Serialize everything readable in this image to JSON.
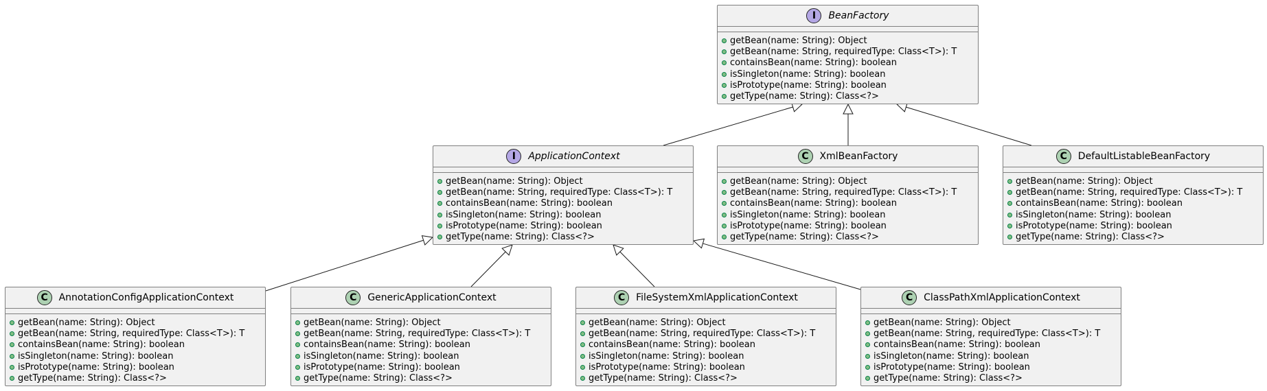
{
  "diagram": {
    "nodes": [
      {
        "id": "bean-factory",
        "name": "BeanFactory",
        "kind": "interface",
        "stereo": "I",
        "methods": [
          "getBean(name: String): Object",
          "getBean(name: String, requiredType: Class<T>): T",
          "containsBean(name: String): boolean",
          "isSingleton(name: String): boolean",
          "isPrototype(name: String): boolean",
          "getType(name: String): Class<?>"
        ]
      },
      {
        "id": "application-context",
        "name": "ApplicationContext",
        "kind": "interface",
        "stereo": "I",
        "methods": [
          "getBean(name: String): Object",
          "getBean(name: String, requiredType: Class<T>): T",
          "containsBean(name: String): boolean",
          "isSingleton(name: String): boolean",
          "isPrototype(name: String): boolean",
          "getType(name: String): Class<?>"
        ]
      },
      {
        "id": "xml-bean-factory",
        "name": "XmlBeanFactory",
        "kind": "class",
        "stereo": "C",
        "methods": [
          "getBean(name: String): Object",
          "getBean(name: String, requiredType: Class<T>): T",
          "containsBean(name: String): boolean",
          "isSingleton(name: String): boolean",
          "isPrototype(name: String): boolean",
          "getType(name: String): Class<?>"
        ]
      },
      {
        "id": "default-listable-bean-factory",
        "name": "DefaultListableBeanFactory",
        "kind": "class",
        "stereo": "C",
        "methods": [
          "getBean(name: String): Object",
          "getBean(name: String, requiredType: Class<T>): T",
          "containsBean(name: String): boolean",
          "isSingleton(name: String): boolean",
          "isPrototype(name: String): boolean",
          "getType(name: String): Class<?>"
        ]
      },
      {
        "id": "annotation-config-application-context",
        "name": "AnnotationConfigApplicationContext",
        "kind": "class",
        "stereo": "C",
        "methods": [
          "getBean(name: String): Object",
          "getBean(name: String, requiredType: Class<T>): T",
          "containsBean(name: String): boolean",
          "isSingleton(name: String): boolean",
          "isPrototype(name: String): boolean",
          "getType(name: String): Class<?>"
        ]
      },
      {
        "id": "generic-application-context",
        "name": "GenericApplicationContext",
        "kind": "class",
        "stereo": "C",
        "methods": [
          "getBean(name: String): Object",
          "getBean(name: String, requiredType: Class<T>): T",
          "containsBean(name: String): boolean",
          "isSingleton(name: String): boolean",
          "isPrototype(name: String): boolean",
          "getType(name: String): Class<?>"
        ]
      },
      {
        "id": "file-system-xml-application-context",
        "name": "FileSystemXmlApplicationContext",
        "kind": "class",
        "stereo": "C",
        "methods": [
          "getBean(name: String): Object",
          "getBean(name: String, requiredType: Class<T>): T",
          "containsBean(name: String): boolean",
          "isSingleton(name: String): boolean",
          "isPrototype(name: String): boolean",
          "getType(name: String): Class<?>"
        ]
      },
      {
        "id": "class-path-xml-application-context",
        "name": "ClassPathXmlApplicationContext",
        "kind": "class",
        "stereo": "C",
        "methods": [
          "getBean(name: String): Object",
          "getBean(name: String, requiredType: Class<T>): T",
          "containsBean(name: String): boolean",
          "isSingleton(name: String): boolean",
          "isPrototype(name: String): boolean",
          "getType(name: String): Class<?>"
        ]
      }
    ],
    "edges": [
      {
        "from": "application-context",
        "to": "bean-factory",
        "type": "generalization"
      },
      {
        "from": "xml-bean-factory",
        "to": "bean-factory",
        "type": "generalization"
      },
      {
        "from": "default-listable-bean-factory",
        "to": "bean-factory",
        "type": "generalization"
      },
      {
        "from": "annotation-config-application-context",
        "to": "application-context",
        "type": "generalization"
      },
      {
        "from": "generic-application-context",
        "to": "application-context",
        "type": "generalization"
      },
      {
        "from": "file-system-xml-application-context",
        "to": "application-context",
        "type": "generalization"
      },
      {
        "from": "class-path-xml-application-context",
        "to": "application-context",
        "type": "generalization"
      }
    ],
    "colors": {
      "node_fill": "#f1f1f1",
      "border": "#7f7f7f",
      "interface_badge": "#b4a7e5",
      "class_badge": "#add1b2",
      "public_marker": "#84be84"
    }
  }
}
